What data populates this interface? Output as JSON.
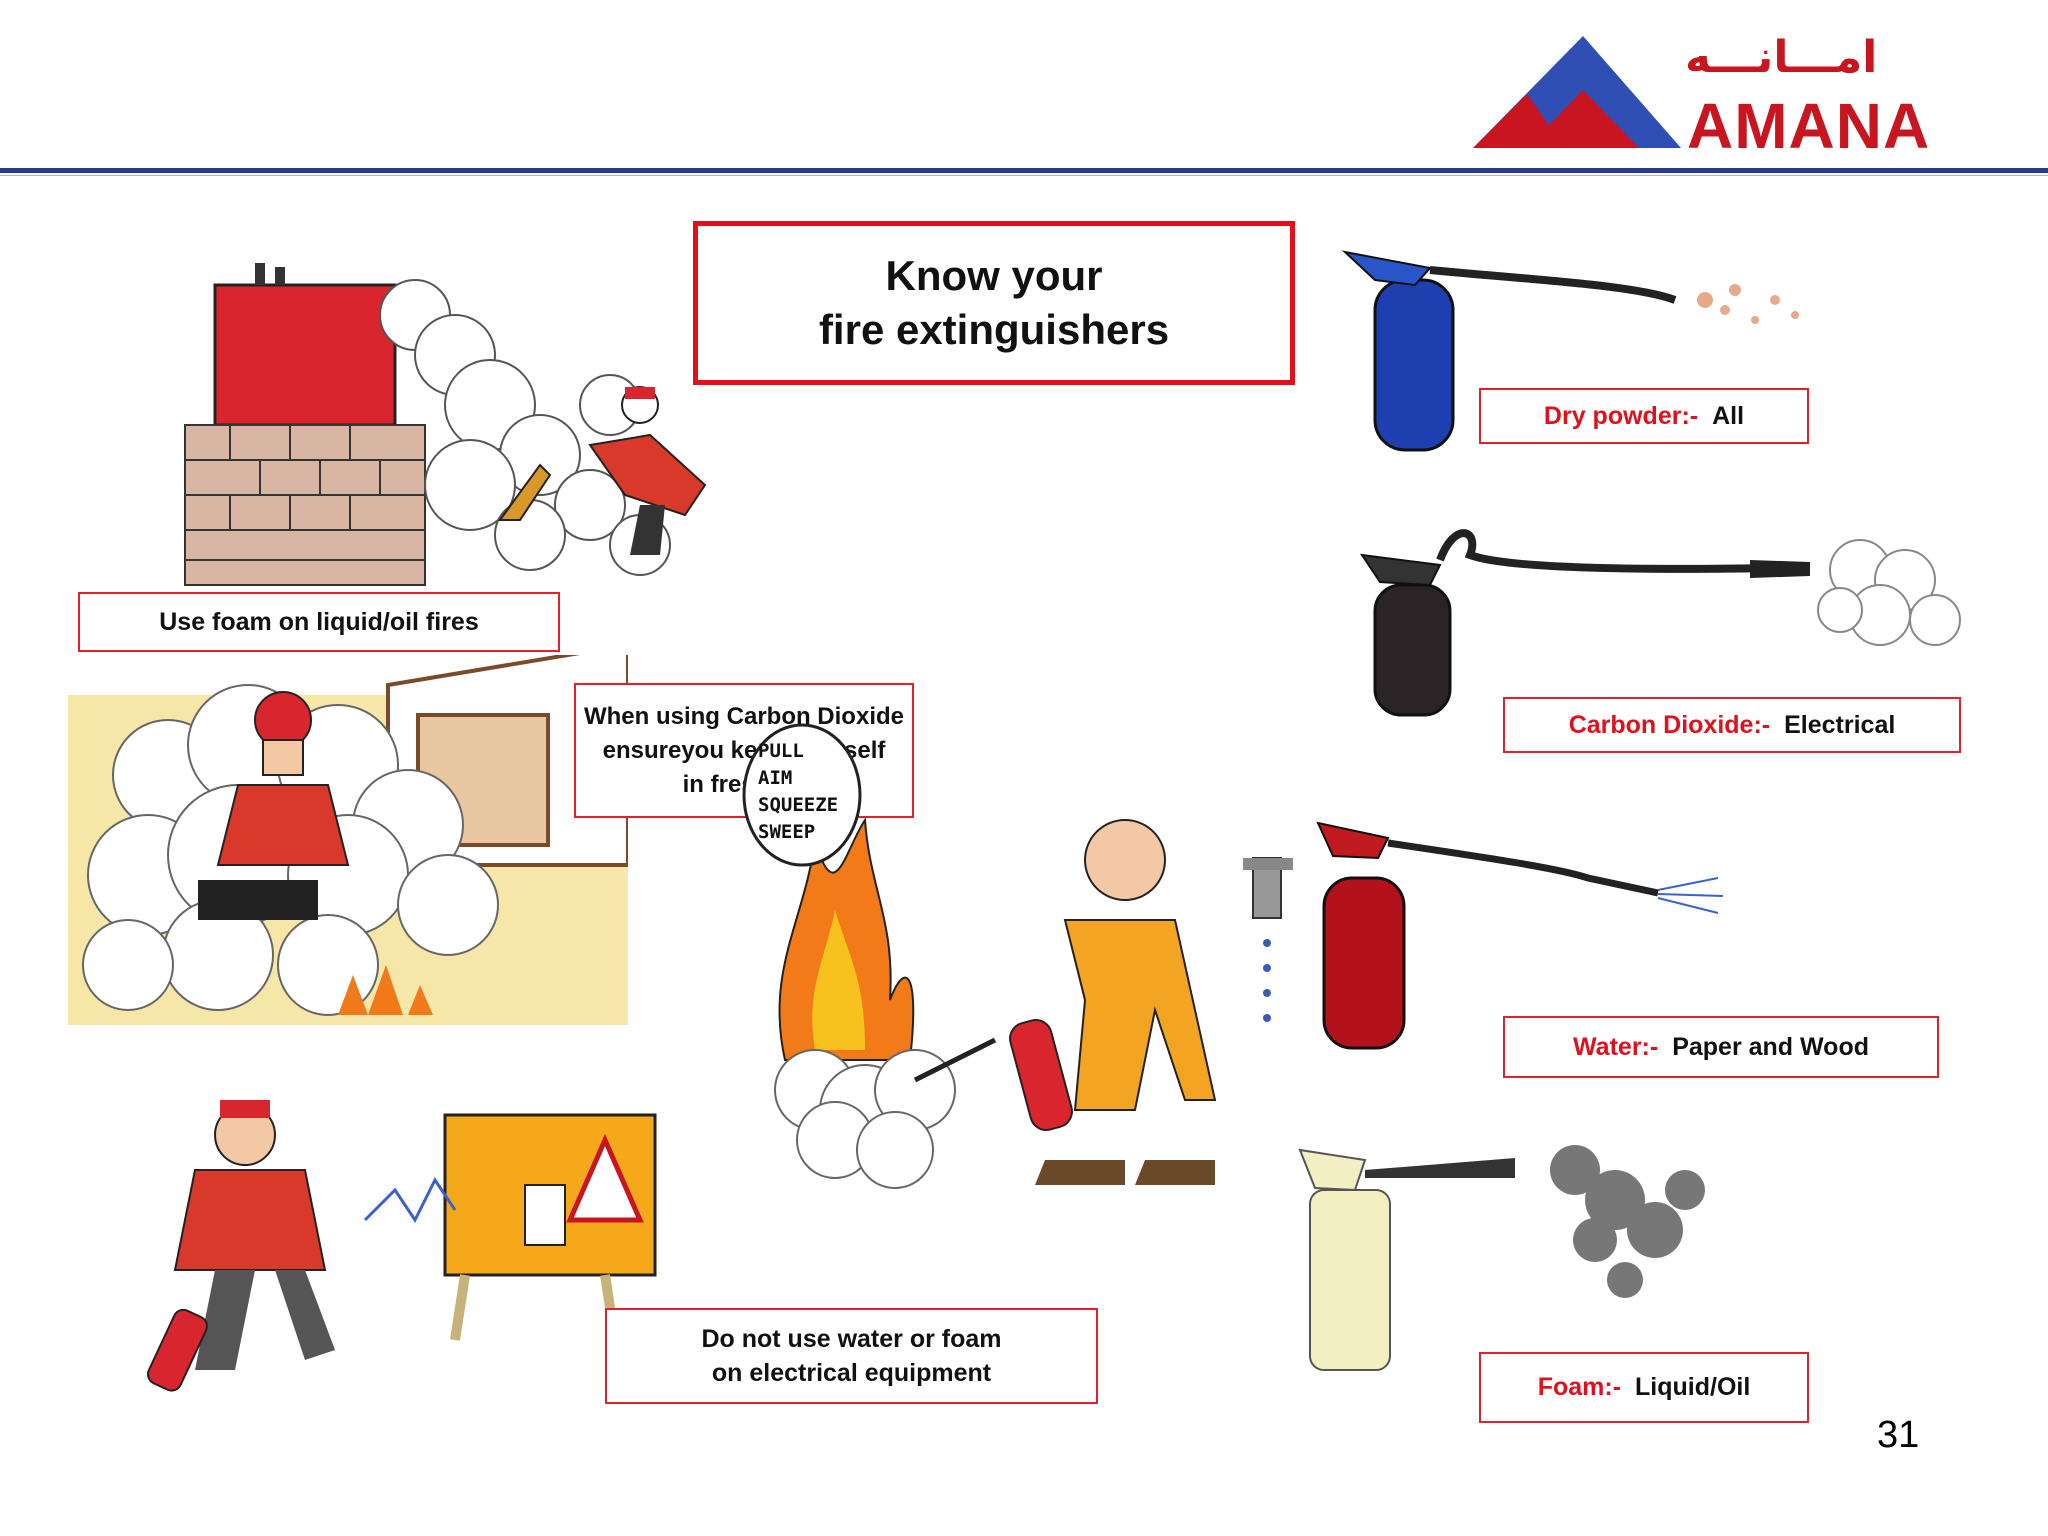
{
  "logo": {
    "arabic": "امـــانـــه",
    "word": "AMANA",
    "colors": {
      "red": "#c8151f",
      "blue": "#2f4fb5"
    }
  },
  "title": {
    "line1": "Know your",
    "line2": "fire extinguishers"
  },
  "left_labels": {
    "foam_oil": "Use foam on liquid/oil fires",
    "co2_line1": "When using Carbon Dioxide",
    "co2_line2": "ensureyou  keep yourself",
    "co2_line3": "in fresh air",
    "electrical_line1": "Do not use water or foam",
    "electrical_line2": "on electrical equipment"
  },
  "pass": {
    "l1": "PULL",
    "l2": "AIM",
    "l3": "SQUEEZE",
    "l4": "SWEEP"
  },
  "extinguishers": [
    {
      "type": "Dry powder:-",
      "use": "All",
      "color": "#1d3fb0"
    },
    {
      "type": "Carbon Dioxide:-",
      "use": "Electrical",
      "color": "#2a2426"
    },
    {
      "type": "Water:-",
      "use": "Paper and Wood",
      "color": "#b3121c"
    },
    {
      "type": "Foam:-",
      "use": "Liquid/Oil",
      "color": "#f4efc2"
    }
  ],
  "page_number": "31"
}
